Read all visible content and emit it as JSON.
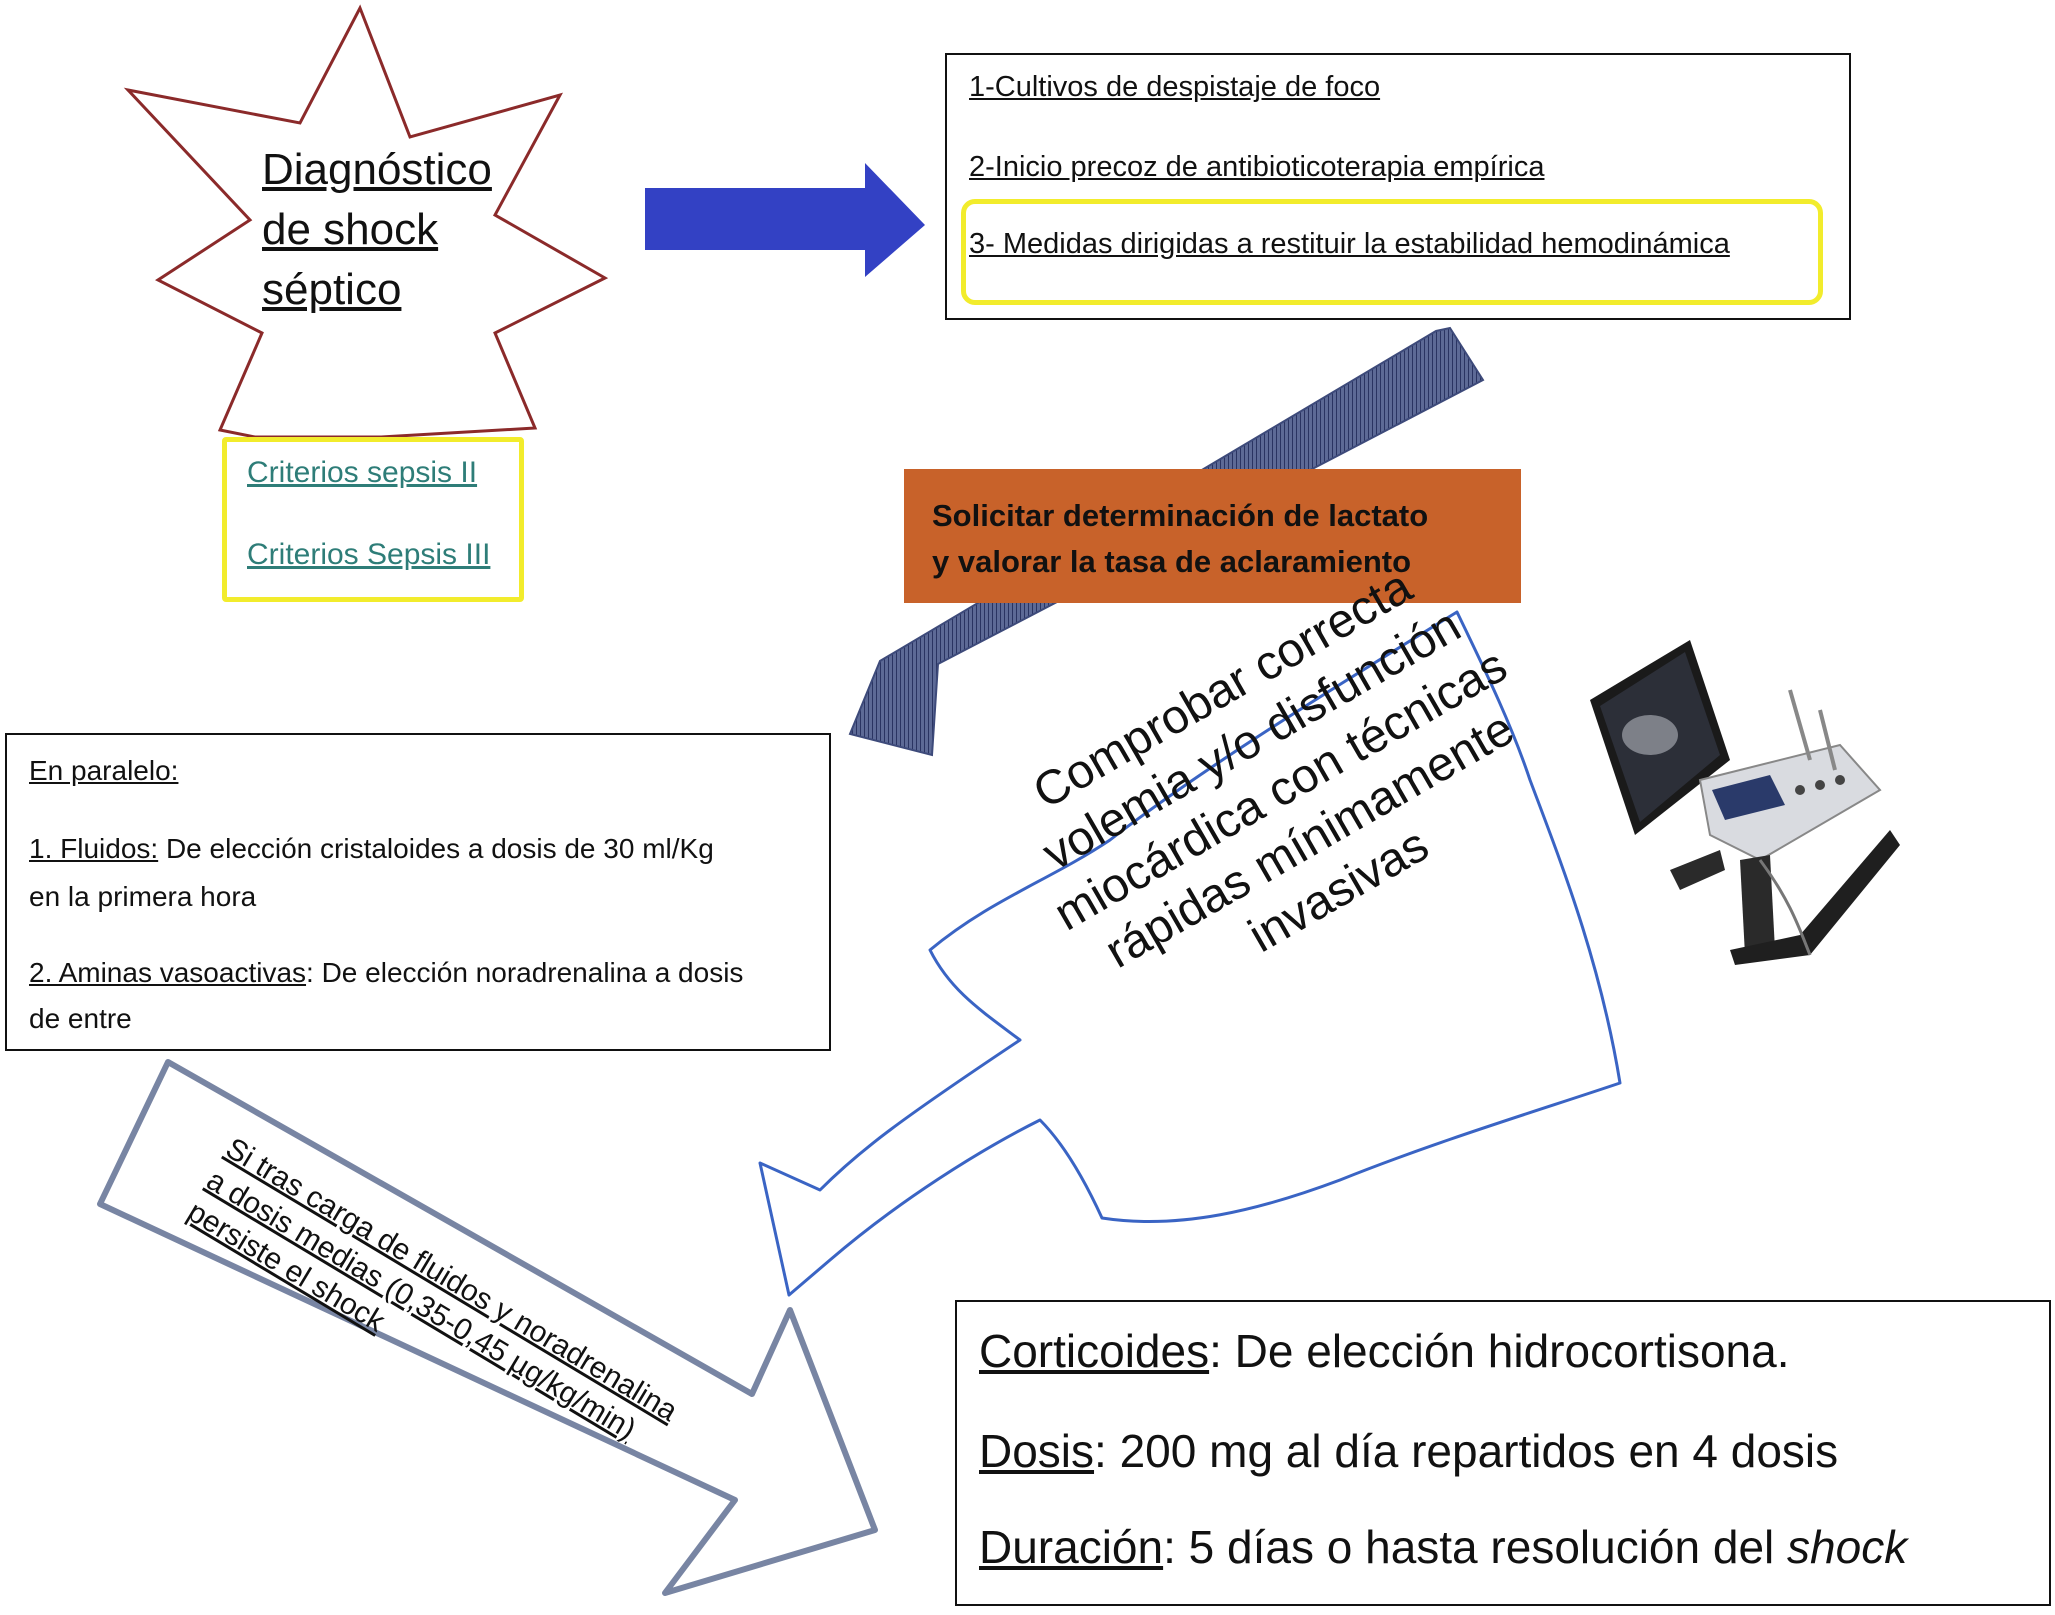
{
  "diagnosis": {
    "lines": [
      "Diagnóstico",
      "de shock",
      "séptico"
    ]
  },
  "criteria": {
    "link1": "Criterios sepsis II",
    "link2": "Criterios Sepsis III"
  },
  "top_box": {
    "item1": "1-Cultivos de despistaje de foco",
    "item2": "2-Inicio precoz de antibioticoterapia empírica",
    "item3": "3- Medidas dirigidas a restituir la estabilidad hemodinámica"
  },
  "lactate": {
    "line1": "Solicitar determinación de lactato",
    "line2": "y valorar la tasa de aclaramiento"
  },
  "parallel": {
    "heading": "En paralelo:",
    "fluids_label": "1. Fluidos:",
    "fluids_text": " De elección cristaloides a dosis de 30 ml/Kg",
    "fluids_text2": "en la primera hora",
    "amines_label": "2. Aminas vasoactivas",
    "amines_text": ": De elección noradrenalina a dosis",
    "amines_text2": "de entre"
  },
  "check": {
    "lines": [
      "Comprobar correcta",
      "volemia y/o disfunción",
      "miocárdica con técnicas",
      "rápidas mínimamente",
      "invasivas"
    ]
  },
  "persist": {
    "lines": [
      "Si tras carga de fluidos y noradrenalina",
      "a dosis medias (0,35-0,45 µg/kg/min)",
      "persiste el shock"
    ]
  },
  "corticoids": {
    "label1": "Corticoides",
    "text1": ": De elección hidrocortisona.",
    "label2": "Dosis",
    "text2": ": 200 mg al día repartidos en 4 dosis",
    "label3": "Duración",
    "text3": ": 5 días o hasta resolución del ",
    "text3_italic": "shock"
  },
  "colors": {
    "star_outline": "#8b2a2a",
    "blue_arrow": "#3341c4",
    "hatched_arrow": "#3d4a7a",
    "callout_outline": "#3a64c4",
    "gray_arrow_outline": "#7885a3",
    "highlight_yellow": "#f2ec2c",
    "orange_box": "#c8622a",
    "link_teal": "#2e7d78"
  },
  "icons": {
    "ultrasound": "ultrasound-machine-icon"
  }
}
